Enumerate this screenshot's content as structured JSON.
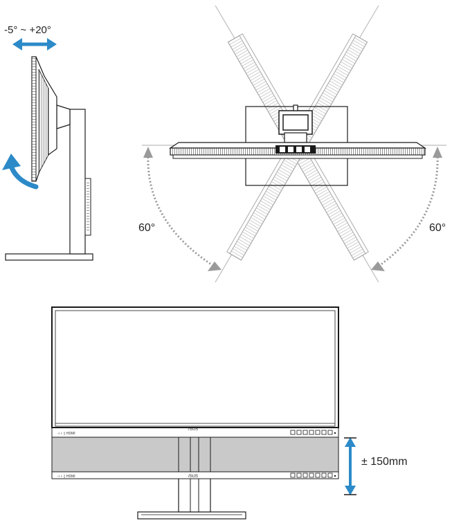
{
  "labels": {
    "tilt_range": "-5° ~ +20°",
    "swivel_left": "60°",
    "swivel_right": "60°",
    "height_adjust": "± 150mm",
    "brand": "/SUS"
  },
  "colors": {
    "arrow_blue": "#2c8ac8",
    "outline": "#1a1a1a",
    "ghost_gray": "#a8a8a8",
    "guide_gray": "#bcbcbc",
    "dotted_gray": "#9a9a9a",
    "bezel_gray": "#c9c9c9",
    "panel_fill": "#ffffff"
  },
  "icons": {
    "tilt": "double-headed-horizontal-arrow",
    "rotation": "curved-arrow",
    "height": "double-headed-vertical-arrow"
  }
}
